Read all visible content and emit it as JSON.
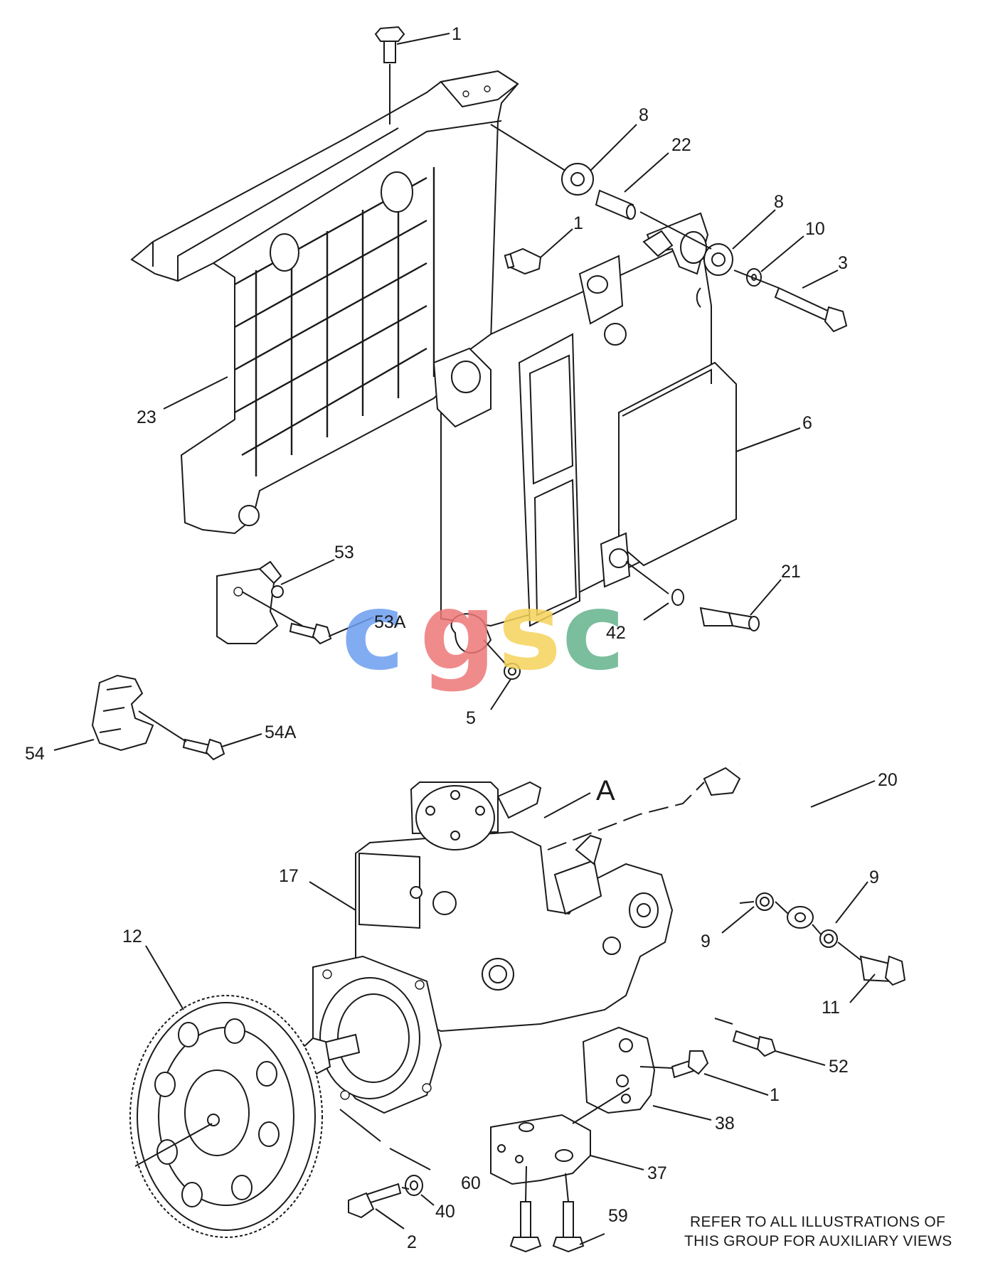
{
  "watermark": {
    "letters": [
      {
        "char": "c",
        "color": "#6d9ef0"
      },
      {
        "char": "g",
        "color": "#ee7777"
      },
      {
        "char": "s",
        "color": "#f5d35a"
      },
      {
        "char": "c",
        "color": "#63b38c"
      }
    ]
  },
  "callouts": [
    {
      "id": "1-top",
      "text": "1"
    },
    {
      "id": "8-upper",
      "text": "8"
    },
    {
      "id": "22",
      "text": "22"
    },
    {
      "id": "8-lower",
      "text": "8"
    },
    {
      "id": "10",
      "text": "10"
    },
    {
      "id": "1-mid",
      "text": "1"
    },
    {
      "id": "3",
      "text": "3"
    },
    {
      "id": "23",
      "text": "23"
    },
    {
      "id": "6",
      "text": "6"
    },
    {
      "id": "53",
      "text": "53"
    },
    {
      "id": "21",
      "text": "21"
    },
    {
      "id": "53A",
      "text": "53A"
    },
    {
      "id": "42",
      "text": "42"
    },
    {
      "id": "5",
      "text": "5"
    },
    {
      "id": "54A",
      "text": "54A"
    },
    {
      "id": "54",
      "text": "54"
    },
    {
      "id": "A",
      "text": "A"
    },
    {
      "id": "20",
      "text": "20"
    },
    {
      "id": "17",
      "text": "17"
    },
    {
      "id": "9-right",
      "text": "9"
    },
    {
      "id": "9-left",
      "text": "9"
    },
    {
      "id": "12",
      "text": "12"
    },
    {
      "id": "11",
      "text": "11"
    },
    {
      "id": "52",
      "text": "52"
    },
    {
      "id": "1-low",
      "text": "1"
    },
    {
      "id": "38",
      "text": "38"
    },
    {
      "id": "37",
      "text": "37"
    },
    {
      "id": "60",
      "text": "60"
    },
    {
      "id": "40",
      "text": "40"
    },
    {
      "id": "59",
      "text": "59"
    },
    {
      "id": "2",
      "text": "2"
    }
  ],
  "note": {
    "line1": "REFER TO ALL ILLUSTRATIONS OF",
    "line2": "THIS GROUP FOR AUXILIARY VIEWS"
  }
}
